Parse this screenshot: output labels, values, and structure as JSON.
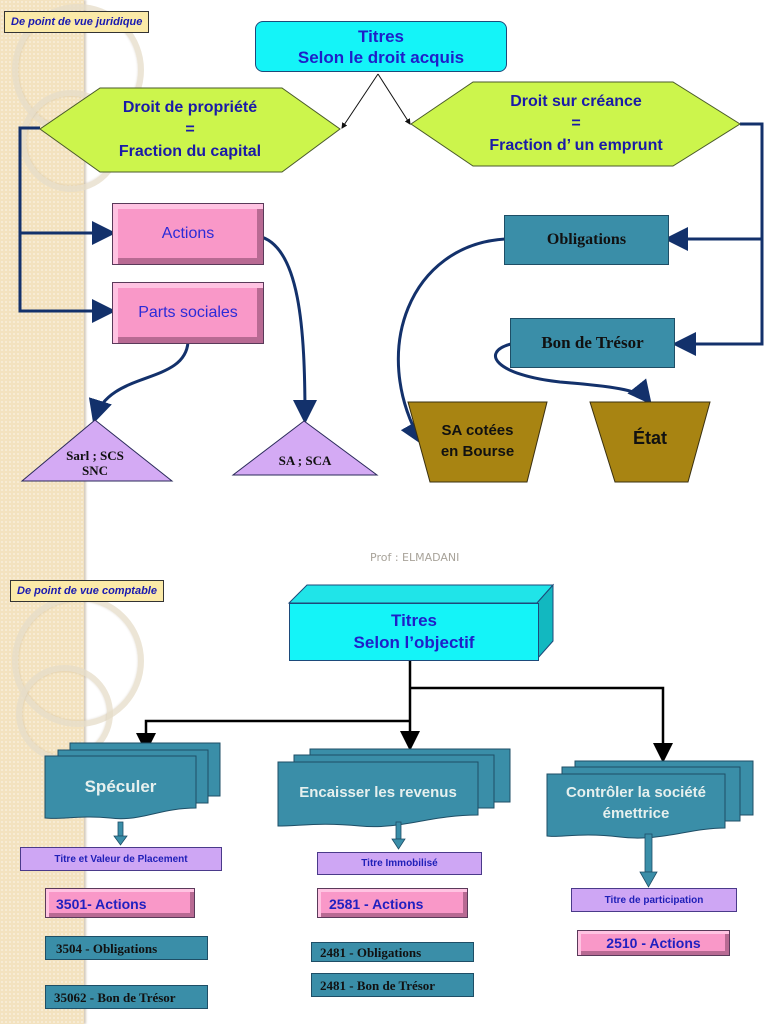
{
  "slide1": {
    "section_tag": "De point de vue juridique",
    "root": {
      "line1": "Titres",
      "line2": "Selon le droit acquis"
    },
    "left_branch": {
      "line1": "Droit de propriété",
      "line2": "=",
      "line3": "Fraction du capital"
    },
    "right_branch": {
      "line1": "Droit sur créance",
      "line2": "=",
      "line3": "Fraction d’ un emprunt"
    },
    "actions": "Actions",
    "parts_sociales": "Parts sociales",
    "obligations": "Obligations",
    "bon_de_tresor": "Bon de Trésor",
    "tri_sarl": {
      "line1": "Sarl ; SCS",
      "line2": "SNC"
    },
    "tri_sa": "SA ; SCA",
    "trap_sa_cotees": {
      "line1": "SA cotées",
      "line2": "en Bourse"
    },
    "trap_etat": "État"
  },
  "footer": {
    "author": "Prof : ELMADANI"
  },
  "slide2": {
    "section_tag": "De point de vue comptable",
    "root": {
      "line1": "Titres",
      "line2": "Selon l’objectif"
    },
    "columns": [
      {
        "objective": "Spéculer",
        "category": "Titre et Valeur de Placement",
        "accounts": [
          "3501- Actions",
          "3504 - Obligations",
          "35062 - Bon de Trésor"
        ]
      },
      {
        "objective": "Encaisser les revenus",
        "category": "Titre Immobilisé",
        "accounts": [
          "2581 - Actions",
          "2481 - Obligations",
          "2481 - Bon de Trésor"
        ]
      },
      {
        "objective_line1": "Contrôler la société",
        "objective_line2": "émettrice",
        "category": "Titre de participation",
        "accounts": [
          "2510 - Actions"
        ]
      }
    ]
  },
  "colors": {
    "cyan": "#14f4f8",
    "lime": "#ccf54c",
    "pink": "#f998c8",
    "teal": "#3a8ea8",
    "lavender": "#cea6f4",
    "olive": "#a88412",
    "navy_connector": "#13316b",
    "sidebar_beige": "#f3e2bf"
  }
}
